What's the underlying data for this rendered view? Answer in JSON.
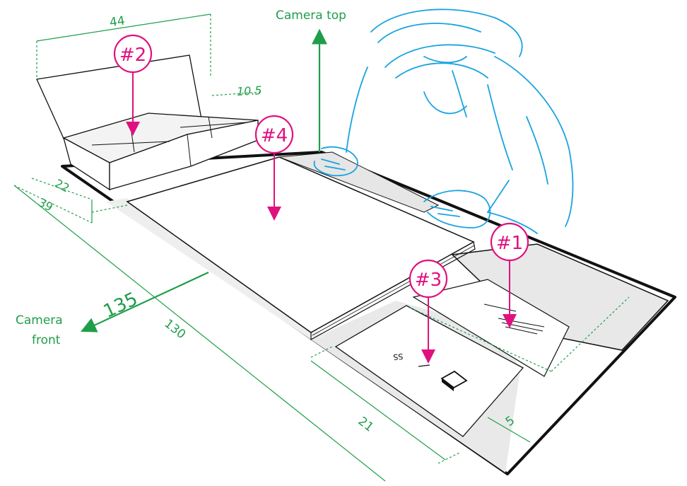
{
  "labels": {
    "camera_top": "Camera top",
    "camera_front_line1": "Camera",
    "camera_front_line2": "front"
  },
  "dimensions": {
    "d44": "44",
    "d10_5": "10.5",
    "d22": "22",
    "d39": "39",
    "d135": "135",
    "d130": "130",
    "d21": "21",
    "d5": "5"
  },
  "callouts": {
    "c1": "#1",
    "c2": "#2",
    "c3": "#3",
    "c4": "#4"
  },
  "small_text": {
    "card_text": "SS"
  },
  "colors": {
    "dimension_green": "#1f9e4a",
    "callout_pink": "#e0117f",
    "person_blue": "#1aa3e0",
    "outline_black": "#111111",
    "panel_gray": "#e8e8e8"
  },
  "icons": {
    "person": "person-sketch",
    "box": "small-box-icon"
  }
}
